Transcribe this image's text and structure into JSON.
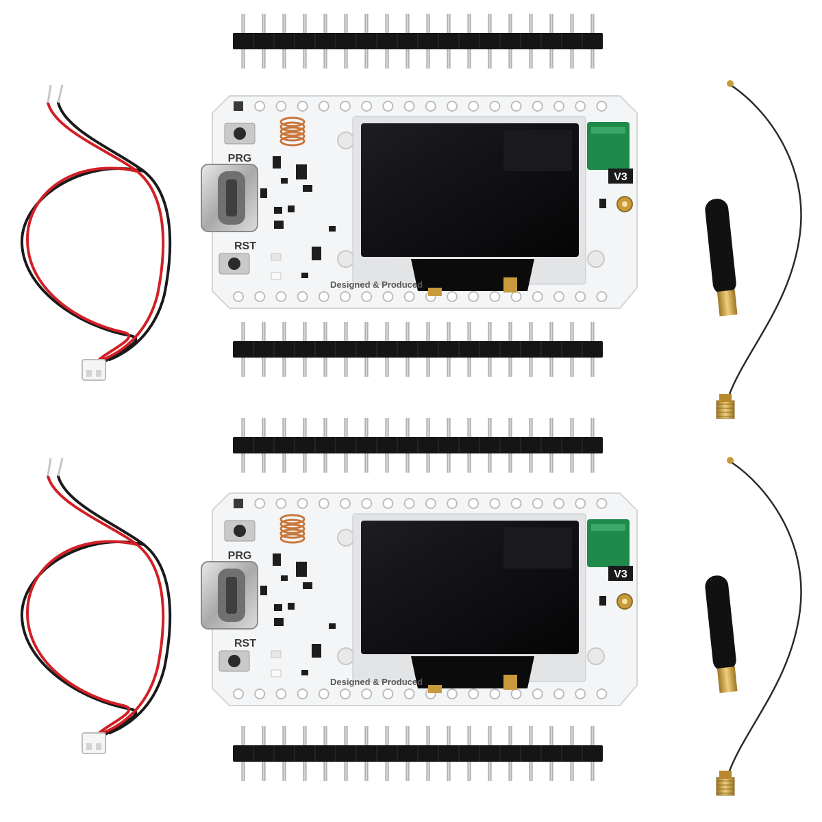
{
  "kit": {
    "boards": [
      {
        "button_top_label": "PRG",
        "button_bottom_label": "RST",
        "version_label": "V3",
        "maker_text": "Designed & Produced"
      },
      {
        "button_top_label": "PRG",
        "button_bottom_label": "RST",
        "version_label": "V3",
        "maker_text": "Designed & Produced"
      }
    ],
    "header_pins_per_strip": 18,
    "header_strip_count": 4,
    "battery_cable_count": 2,
    "antenna_count": 2,
    "pigtail_cable_count": 2
  },
  "colors": {
    "pcb": "#f4f5f6",
    "oled": "#0d0d0f",
    "header_plastic": "#151515",
    "header_pin": "#b9b9b9",
    "wire_red": "#d21f26",
    "wire_black": "#1a1a1a",
    "coil": "#c8763a",
    "gold": "#c89a3c",
    "antenna": "#111111",
    "wifi_antenna": "#1f8a4a"
  }
}
